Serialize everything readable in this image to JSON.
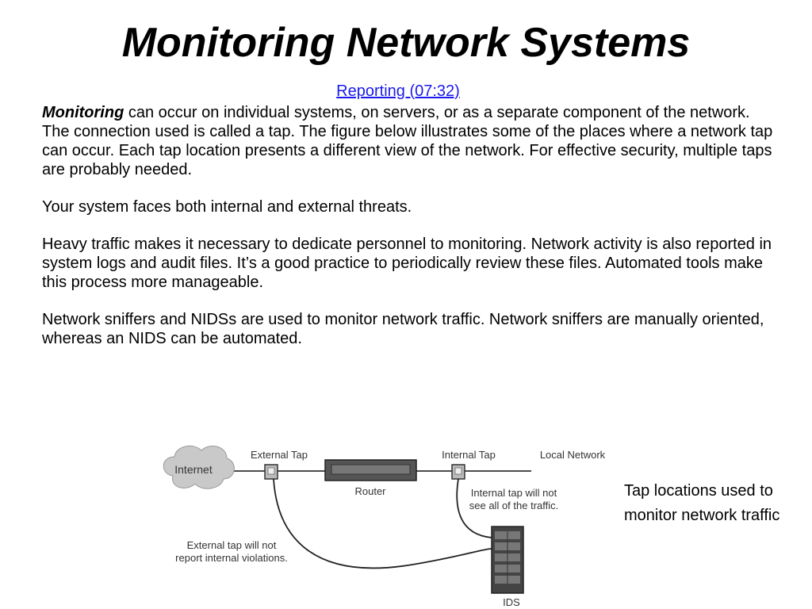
{
  "slide": {
    "title": "Monitoring Network Systems",
    "link_text": "Reporting (07:32)",
    "paragraph1_lead": "Monitoring",
    "paragraph1_rest": " can occur on individual systems, on servers, or as a separate component of the network. The connection used is called a tap. The figure below illustrates some of the places where a network tap can occur. Each tap location presents a different view of the network. For effective security, multiple taps are probably needed.",
    "paragraph2": "Your system faces both internal and external threats.",
    "paragraph3": "Heavy traffic makes it necessary to dedicate personnel to monitoring. Network activity is also reported in system logs and audit files. It’s a good practice to periodically review these files. Automated tools make this process more manageable.",
    "paragraph4": "Network sniffers and NIDSs are used to monitor network traffic. Network sniffers are manually oriented, whereas an NIDS can be automated.",
    "caption": "Tap locations used to monitor network traffic"
  },
  "diagram": {
    "internet_label": "Internet",
    "external_tap_label": "External Tap",
    "router_label": "Router",
    "internal_tap_label": "Internal Tap",
    "local_network_label": "Local Network",
    "internal_note_line1": "Internal tap will not",
    "internal_note_line2": "see all of the traffic.",
    "external_note_line1": "External tap will not",
    "external_note_line2": "report internal violations.",
    "ids_label": "IDS"
  }
}
